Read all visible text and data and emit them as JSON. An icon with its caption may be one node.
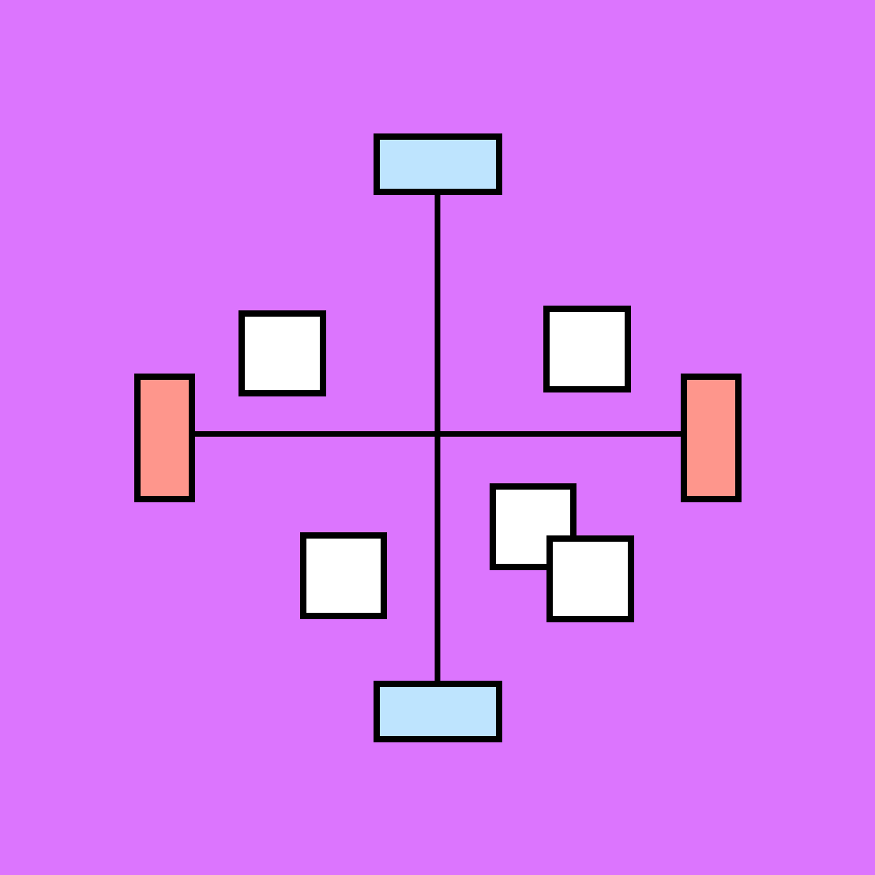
{
  "diagram": {
    "nodes": [
      {
        "text": [],
        "shape": "box"
      },
      {
        "text": [],
        "shape": "box"
      },
      {
        "text": [],
        "shape": "box"
      },
      {
        "text": [],
        "shape": "box"
      },
      {
        "text": [],
        "shape": "box"
      },
      {
        "text": [],
        "shape": "box"
      },
      {
        "text": [],
        "shape": "box"
      },
      {
        "text": [],
        "shape": "box"
      },
      {
        "text": [],
        "shape": "box"
      }
    ],
    "edges": [
      {
        "from": 0,
        "to": 8,
        "arrow": "none"
      },
      {
        "from": 3,
        "to": 4,
        "arrow": "none"
      }
    ]
  }
}
